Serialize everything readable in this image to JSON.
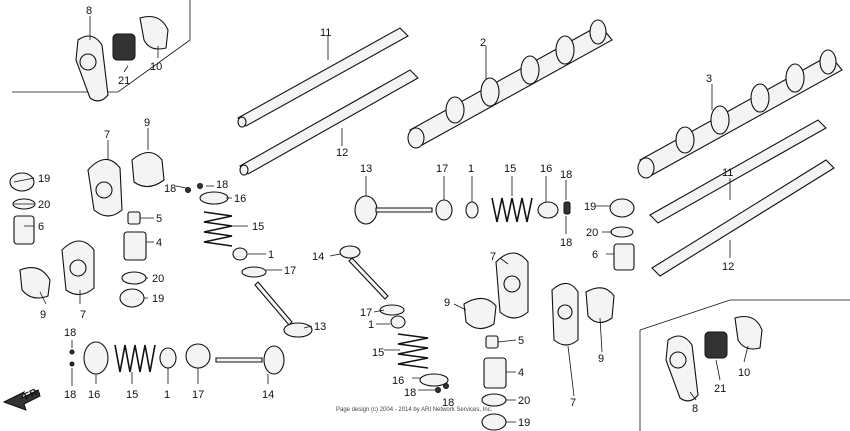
{
  "callouts": {
    "n1": "1",
    "n2": "2",
    "n3": "3",
    "n4": "4",
    "n5": "5",
    "n6": "6",
    "n7": "7",
    "n8": "8",
    "n9": "9",
    "n10": "10",
    "n11": "11",
    "n12": "12",
    "n13": "13",
    "n14": "14",
    "n15": "15",
    "n16": "16",
    "n17": "17",
    "n18": "18",
    "n19": "19",
    "n20": "20",
    "n21": "21"
  },
  "direction_label": "FR.",
  "copyright": "Page design (c) 2004 - 2014 by ARI Network Services, Inc."
}
